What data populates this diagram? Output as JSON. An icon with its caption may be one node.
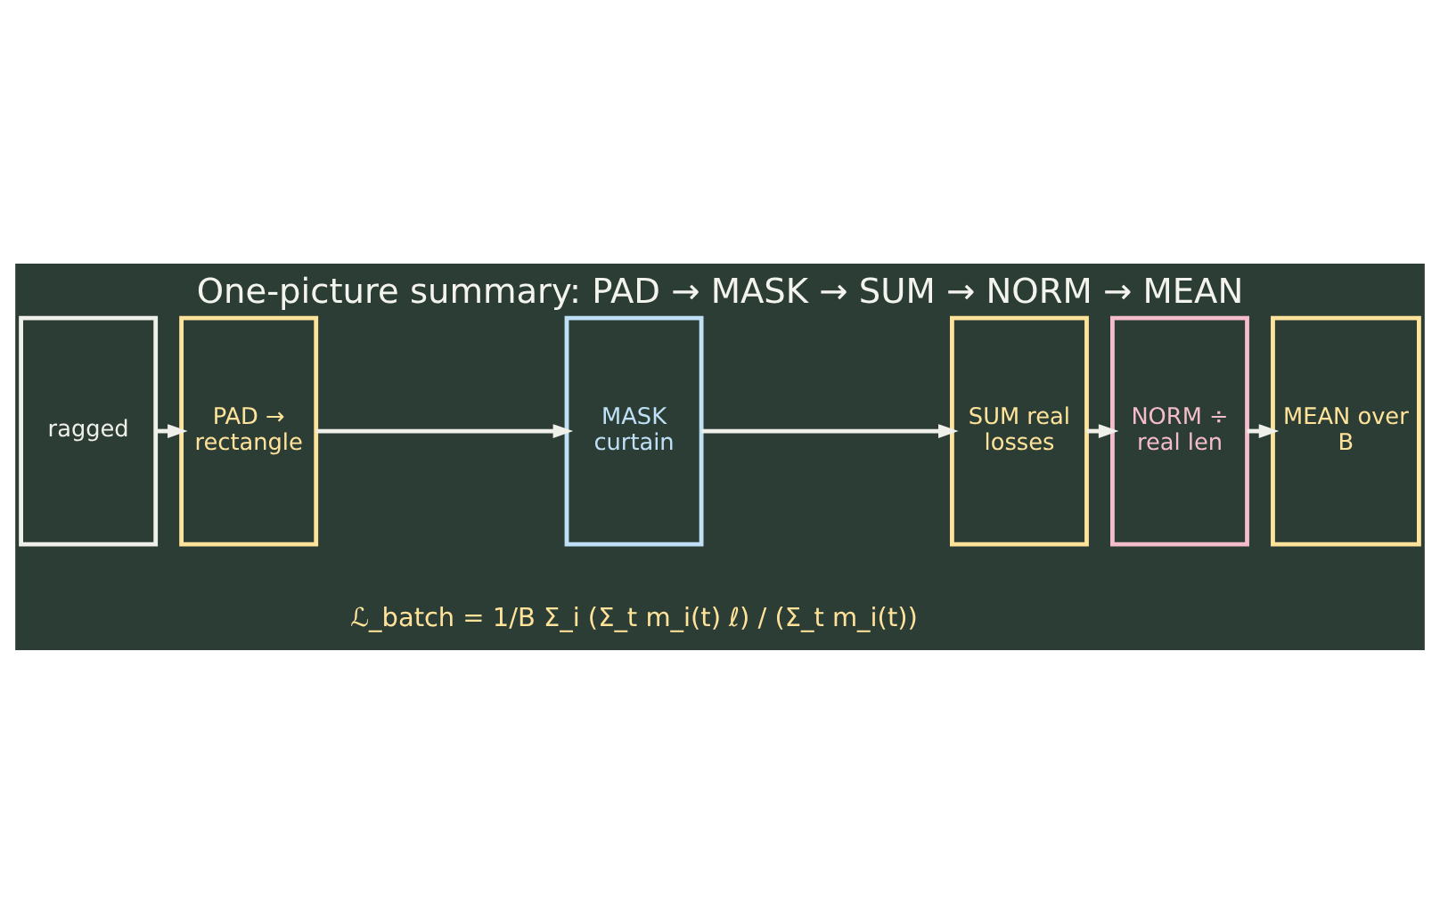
{
  "diagram": {
    "title": "One-picture summary: PAD → MASK → SUM → NORM → MEAN",
    "nodes": [
      {
        "text": [
          "ragged"
        ]
      },
      {
        "text": [
          "PAD → rectangle"
        ]
      },
      {
        "text": [
          "MASK curtain"
        ]
      },
      {
        "text": [
          "SUM real losses"
        ]
      },
      {
        "text": [
          "NORM ÷ real len"
        ]
      },
      {
        "text": [
          "MEAN over B"
        ]
      }
    ],
    "edges": [
      {
        "from": 0,
        "to": 1,
        "arrow": "to"
      },
      {
        "from": 1,
        "to": 2,
        "arrow": "to"
      },
      {
        "from": 2,
        "to": 3,
        "arrow": "to"
      },
      {
        "from": 3,
        "to": 4,
        "arrow": "to"
      },
      {
        "from": 4,
        "to": 5,
        "arrow": "to"
      }
    ],
    "labels": [
      "ℒ_batch = 1/B Σ_i (Σ_t m_i(t) ℓ) / (Σ_t m_i(t))"
    ]
  }
}
